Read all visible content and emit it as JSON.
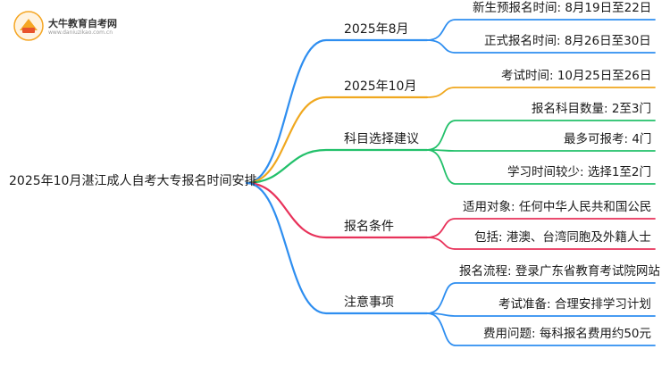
{
  "logo": {
    "name": "大牛教育自考网",
    "url": "www.daniuzikao.com.cn",
    "badge_colors": [
      "#f5a623",
      "#e8532c"
    ]
  },
  "root": "2025年10月湛江成人自考大专报名时间安排",
  "branches": [
    {
      "label": "2025年8月",
      "color": "#2e8ef0",
      "leaves": [
        "新生预报名时间: 8月19日至22日",
        "正式报名时间: 8月26日至30日"
      ]
    },
    {
      "label": "2025年10月",
      "color": "#f0a81f",
      "leaves": [
        "考试时间: 10月25日至26日"
      ]
    },
    {
      "label": "科目选择建议",
      "color": "#22c06a",
      "leaves": [
        "报名科目数量: 2至3门",
        "最多可报考: 4门",
        "学习时间较少: 选择1至2门"
      ]
    },
    {
      "label": "报名条件",
      "color": "#e8325a",
      "leaves": [
        "适用对象: 任何中华人民共和国公民",
        "包括: 港澳、台湾同胞及外籍人士"
      ]
    },
    {
      "label": "注意事项",
      "color": "#2e8ef0",
      "leaves": [
        "报名流程: 登录广东省教育考试院网站",
        "考试准备: 合理安排学习计划",
        "费用问题: 每科报名费用约50元"
      ]
    }
  ]
}
